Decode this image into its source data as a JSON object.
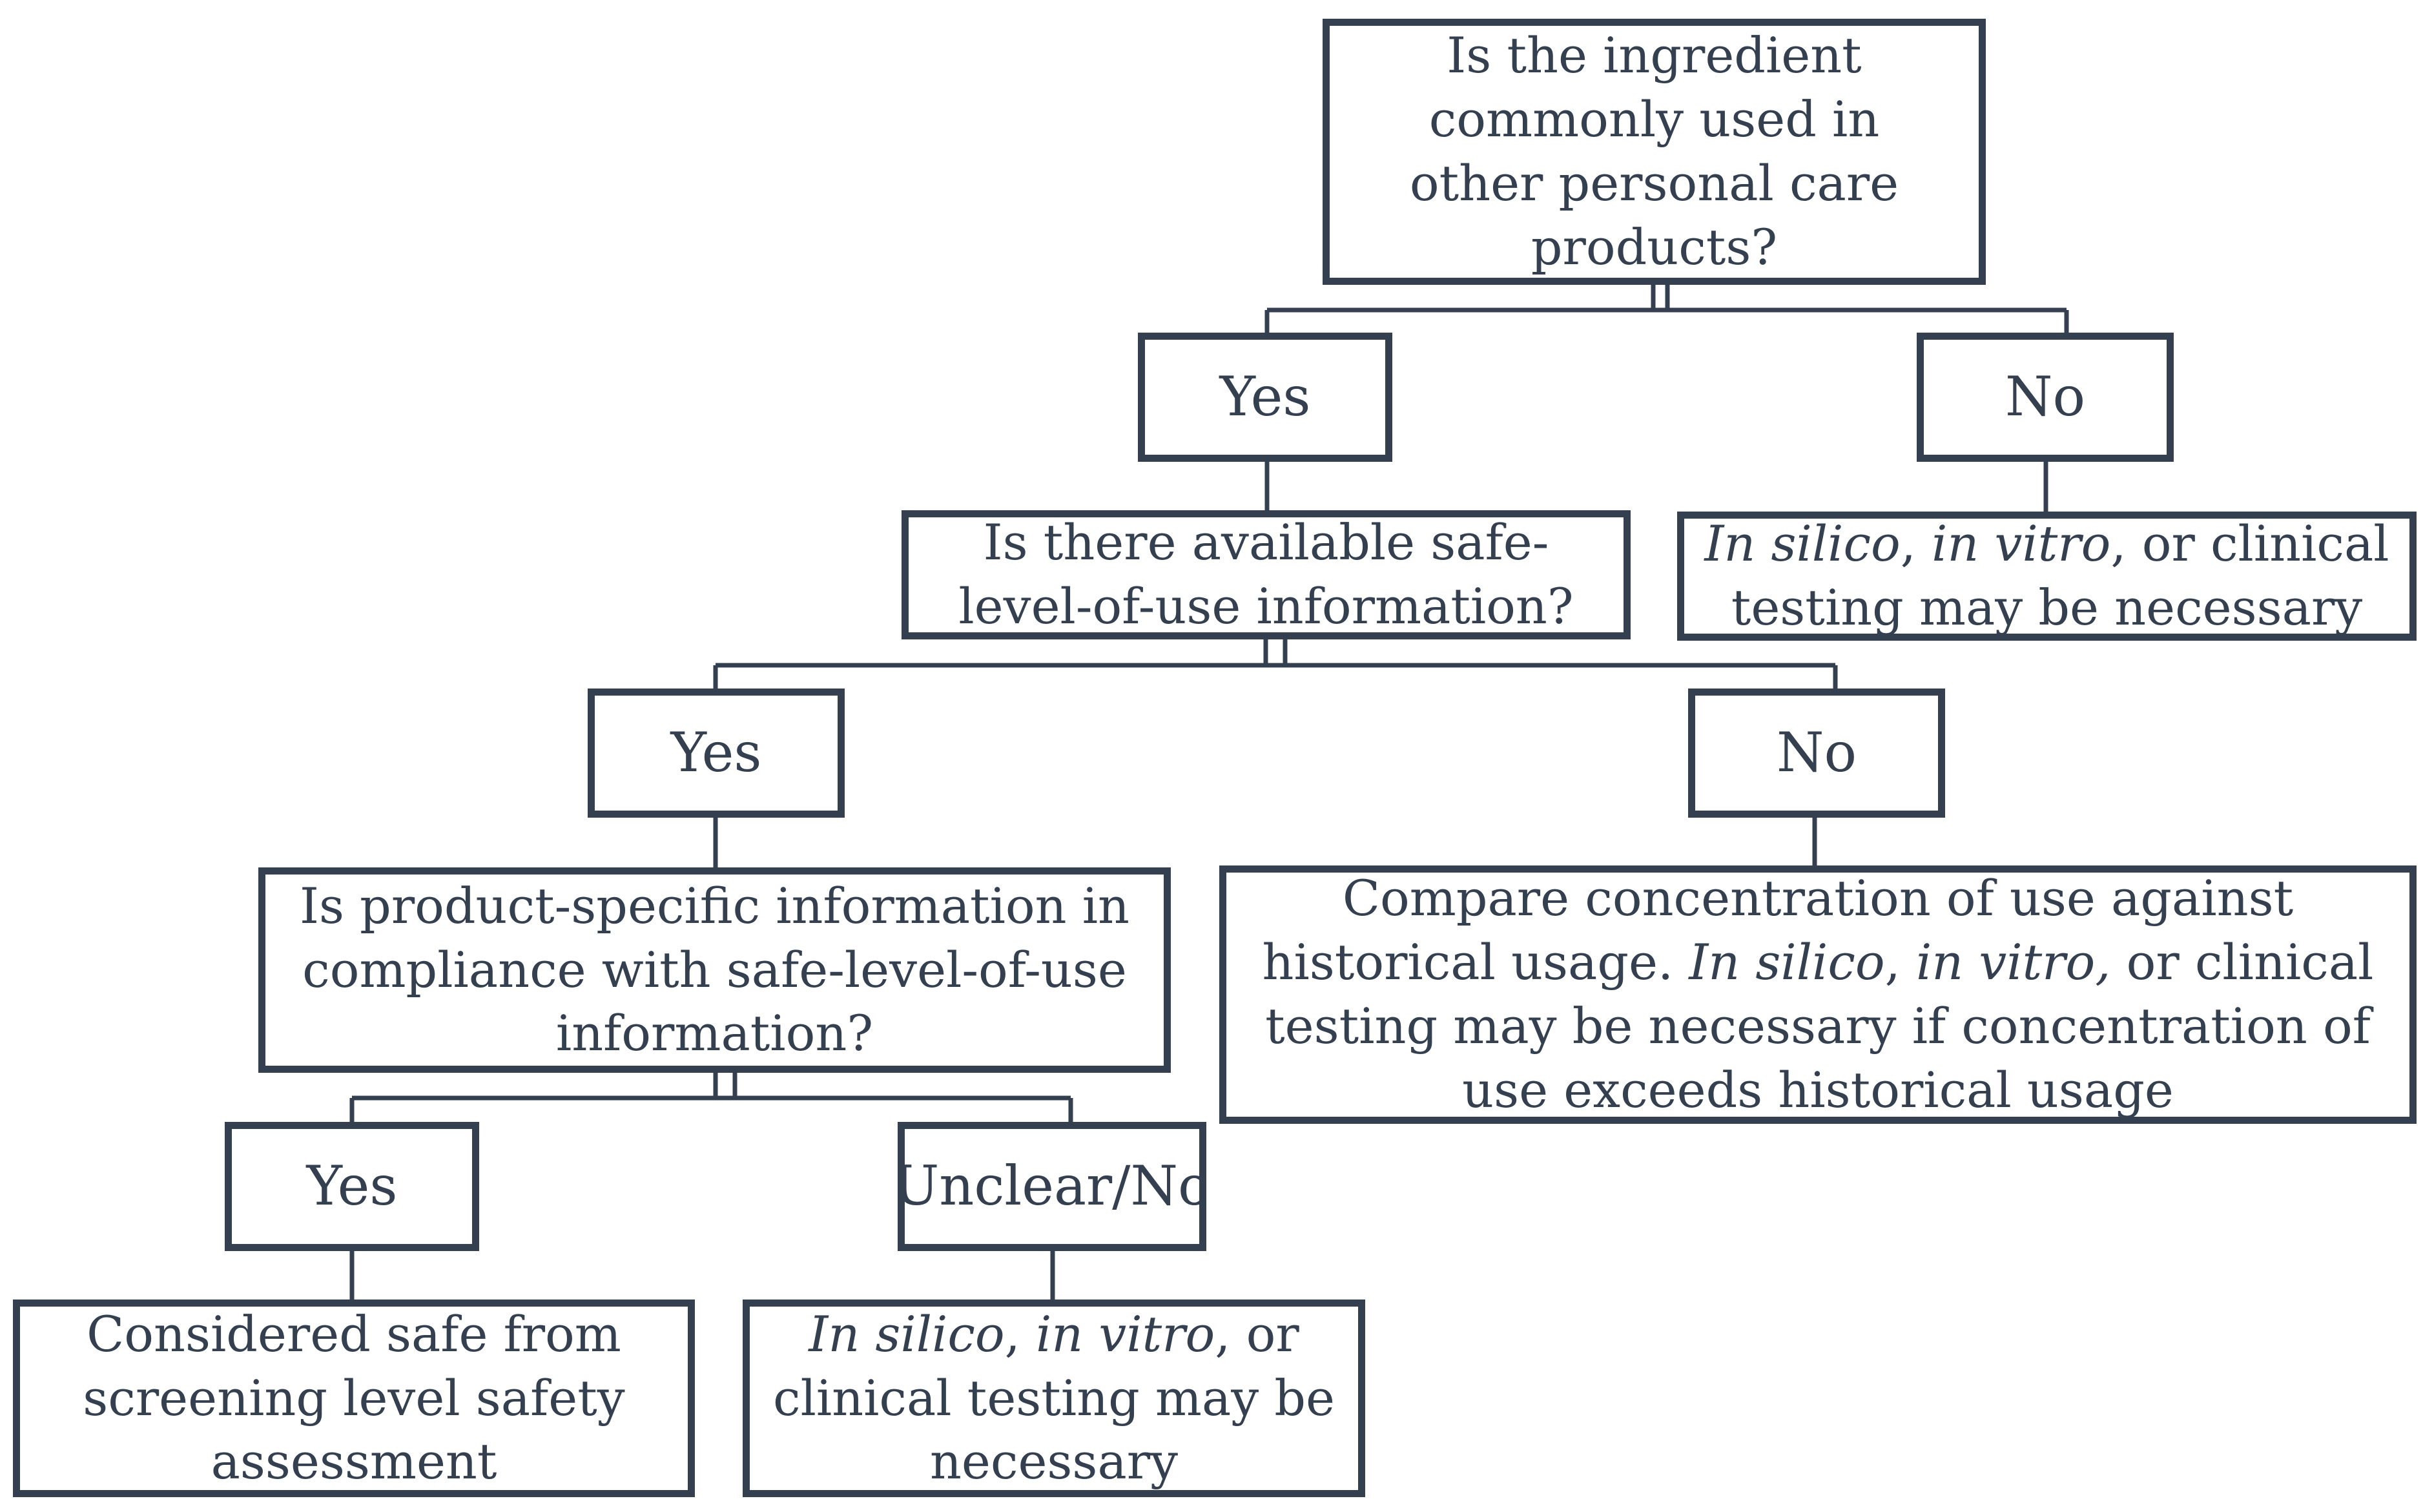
{
  "diagram": {
    "q1": "Is the ingredient commonly used in other personal care products?",
    "q1_yes": "Yes",
    "q1_no": "No",
    "q1_no_result": {
      "pre": "",
      "italic1": "In silico",
      "sep": ", ",
      "italic2": "in vitro",
      "post": ", or clinical testing may be necessary"
    },
    "q2": "Is there available safe-level-of-use information?",
    "q2_yes": "Yes",
    "q2_no": "No",
    "q2_no_result": {
      "pre": "Compare concentration of use against historical usage. ",
      "italic1": "In silico",
      "sep": ", ",
      "italic2": "in vitro,",
      "post": " or clinical testing may be necessary if concentration of use exceeds historical usage"
    },
    "q3": "Is product-specific information in compliance with safe-level-of-use information?",
    "q3_yes": "Yes",
    "q3_no": "Unclear/No",
    "q3_yes_result": "Considered safe from screening level safety assessment",
    "q3_no_result": {
      "pre": "",
      "italic1": "In silico",
      "sep": ", ",
      "italic2": "in vitro",
      "post": ", or clinical testing may be necessary"
    },
    "colors": {
      "line": "#34404f",
      "text": "#34404f",
      "background": "#ffffff"
    }
  }
}
